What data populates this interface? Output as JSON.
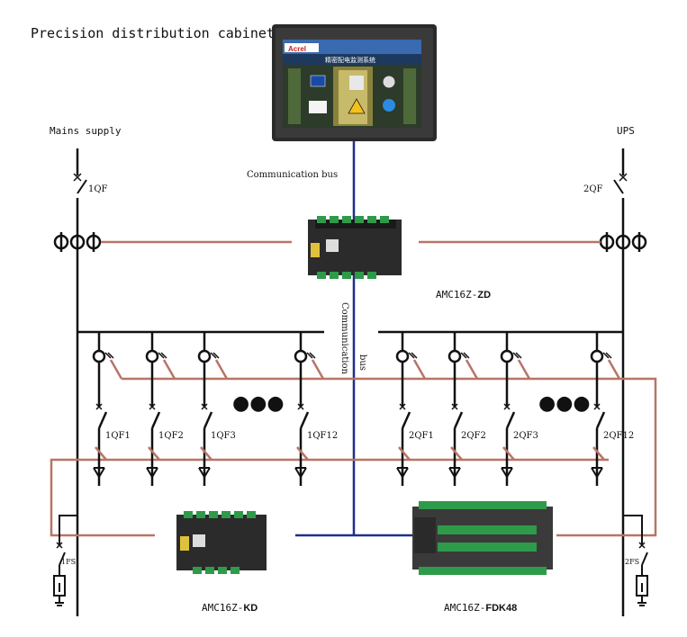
{
  "title": "Precision distribution cabinet",
  "labels": {
    "mains": "Mains supply",
    "ups": "UPS",
    "comm_bus_top": "Communication bus",
    "comm_vertical_1": "Communication",
    "comm_vertical_2": "bus",
    "breaker_left": "1QF",
    "breaker_right": "2QF",
    "fuse_left": "1FS",
    "fuse_right": "2FS",
    "ellipsis_left": "●●●",
    "ellipsis_right": "●●●"
  },
  "devices": {
    "zd_prefix": "AMC16Z-",
    "zd_suffix": "ZD",
    "kd_prefix": "AMC16Z-",
    "kd_suffix": "KD",
    "fdk_prefix": "AMC16Z-",
    "fdk_suffix": "FDK48"
  },
  "hmi": {
    "brand": "Acrel",
    "screen_title": "精密配电监测系统"
  },
  "feeders_left": [
    "1QF1",
    "1QF2",
    "1QF3",
    "1QF12"
  ],
  "feeders_right": [
    "2QF1",
    "2QF2",
    "2QF3",
    "2QF12"
  ],
  "colors": {
    "wire": "#111111",
    "sensor_loop": "#b87466",
    "comm_bus": "#1c2f8c"
  }
}
